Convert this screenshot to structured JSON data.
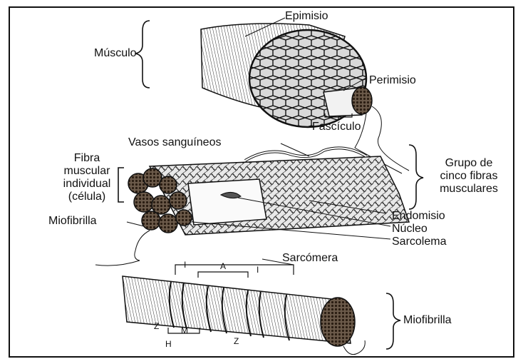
{
  "diagram": {
    "level_muscle": {
      "musculo": "Músculo",
      "epimisio": "Epimisio",
      "perimisio": "Perimisio",
      "fasciculo": "Fascículo"
    },
    "level_fibers": {
      "vasos": "Vasos sanguíneos",
      "fibra_line1": "Fibra",
      "fibra_line2": "muscular",
      "fibra_line3": "individual",
      "fibra_line4": "(célula)",
      "grupo_line1": "Grupo de",
      "grupo_line2": "cinco fibras",
      "grupo_line3": "musculares",
      "miofibrilla": "Miofibrilla",
      "endomisio": "Endomisio",
      "nucleo": "Núcleo",
      "sarcolema": "Sarcolema"
    },
    "level_myofibril": {
      "sarcomera": "Sarcómera",
      "band_i_left": "I",
      "band_a": "A",
      "band_i_right": "I",
      "z_left": "Z",
      "m_line": "M",
      "h_zone": "H",
      "z_right": "Z",
      "miofibrilla": "Miofibrilla"
    }
  }
}
